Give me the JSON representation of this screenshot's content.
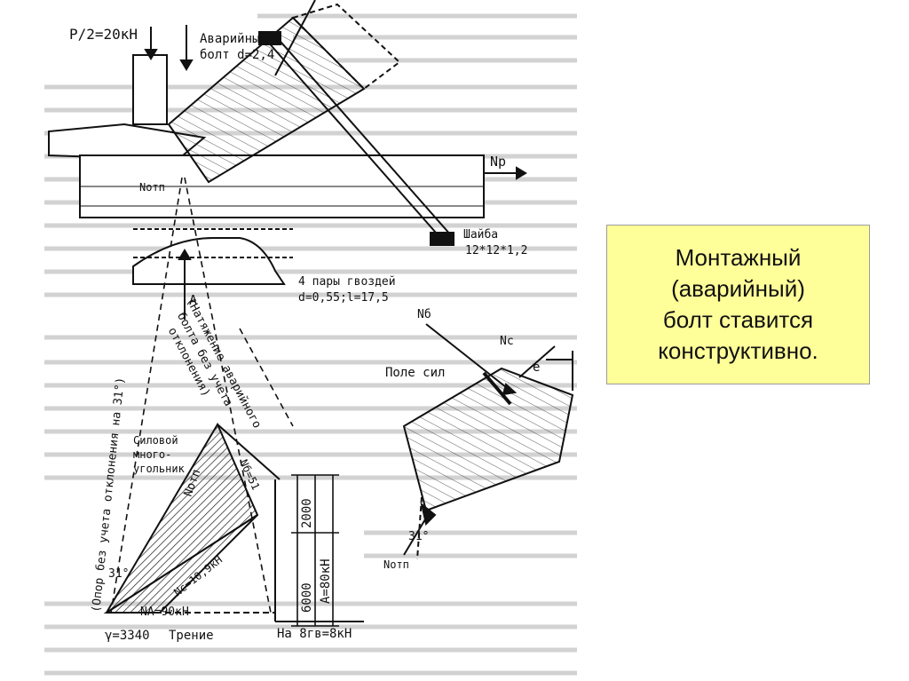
{
  "note": {
    "text": "Монтажный\n(аварийный)\nболт ставится\nконструктивно."
  },
  "diagram": {
    "load": "P/2=20кН",
    "bolt_label_1": "Аварийный",
    "bolt_label_2": "болт d=2,4",
    "np": "Np",
    "n_otp_top": "Nотп",
    "washer_1": "Шайба",
    "washer_2": "12*12*1,2",
    "nails_1": "4 пары гвоздей",
    "nails_2": "d=0,55;l=17,5",
    "support": "A",
    "tension_1": "(Натяжение аварийного",
    "tension_2": "болта без учета",
    "tension_3": "отклонения)",
    "support_rot": "(Опор без учета отклонения на 31°)",
    "poly_1": "Силовой",
    "poly_2": "много-",
    "poly_3": "угольник",
    "notp_poly": "Nотп",
    "nb": "Nб=51",
    "nc_poly": "Nc=10,9кН",
    "na": "NA=90кН",
    "gamma": "γ=3340",
    "friction": "Трение",
    "a_val": "A=80кН",
    "dim_2000": "2000",
    "dim_6000": "6000",
    "base": "На 8гв=8кН",
    "deg_31": "31°",
    "nb_right": "Nб",
    "nc_right": "Nc",
    "e": "e",
    "field": "Поле сил",
    "deg_31_right": "31°",
    "n_otp_right": "Nотп"
  },
  "colors": {
    "note_bg": "#ffff99",
    "note_border": "#9c9c9c",
    "ink": "#111111"
  }
}
